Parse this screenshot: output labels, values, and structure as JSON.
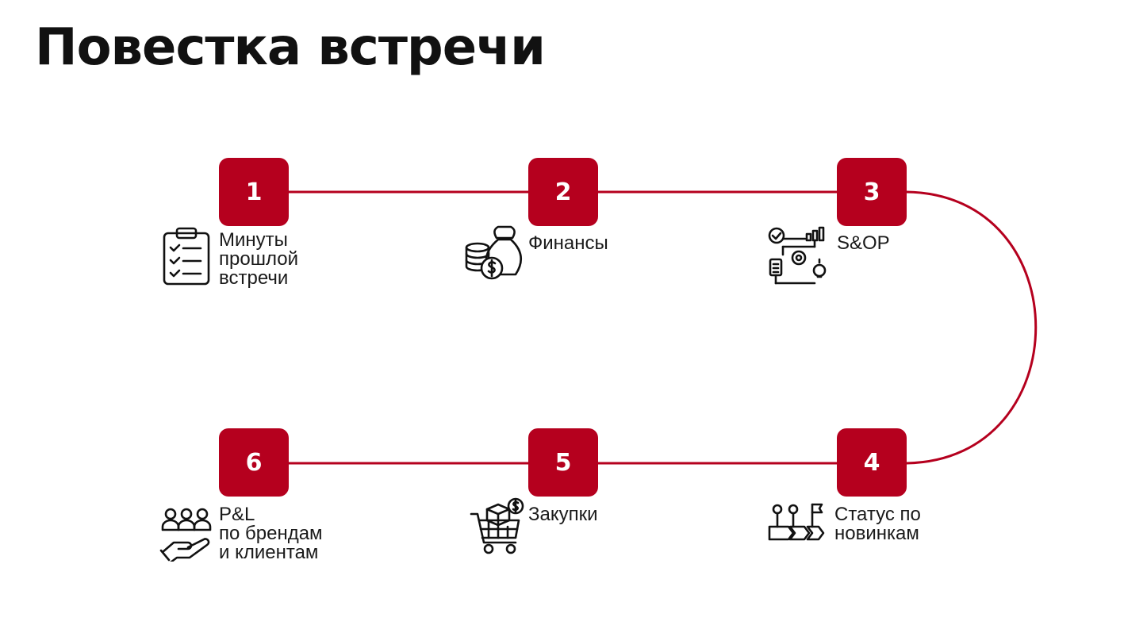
{
  "title": "Повестка встречи",
  "colors": {
    "accent": "#b5001e",
    "text": "#111111",
    "background": "#ffffff"
  },
  "steps": [
    {
      "number": "1",
      "label_lines": [
        "Минуты",
        "прошлой",
        "встречи"
      ],
      "icon": "clipboard-checklist-icon"
    },
    {
      "number": "2",
      "label_lines": [
        "Финансы"
      ],
      "icon": "money-bag-coins-icon"
    },
    {
      "number": "3",
      "label_lines": [
        "S&OP"
      ],
      "icon": "process-flow-icon"
    },
    {
      "number": "4",
      "label_lines": [
        "Статус по",
        "новинкам"
      ],
      "icon": "roadmap-flag-icon"
    },
    {
      "number": "5",
      "label_lines": [
        "Закупки"
      ],
      "icon": "shopping-cart-icon"
    },
    {
      "number": "6",
      "label_lines": [
        "P&L",
        "по брендам",
        "и клиентам"
      ],
      "icon": "people-hand-icon"
    }
  ]
}
